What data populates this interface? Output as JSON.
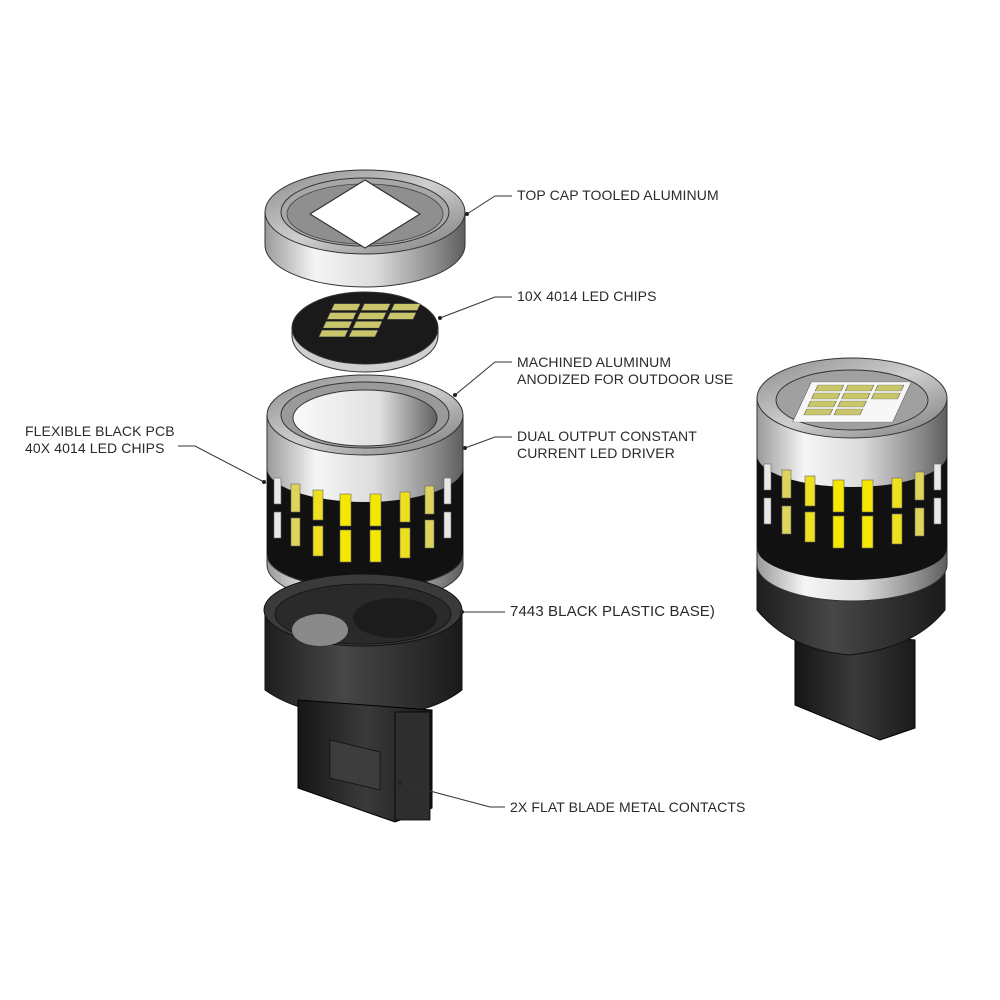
{
  "diagram": {
    "title": "7443 LED bulb exploded view",
    "colors": {
      "aluminum_light": "#f2f2f2",
      "aluminum_mid": "#b8b8b8",
      "aluminum_dark": "#6a6a6a",
      "pcb_black": "#1a1a1a",
      "led_yellow": "#f2e600",
      "led_yellow_dim": "#b5b03c",
      "plastic_black": "#2b2b2b",
      "leader_line": "#333333",
      "text": "#2a2a2a"
    },
    "callouts": [
      {
        "id": "top-cap",
        "line1": "TOP CAP TOOLED ALUMINUM",
        "line2": ""
      },
      {
        "id": "top-leds",
        "line1": "10X 4014 LED CHIPS",
        "line2": ""
      },
      {
        "id": "housing",
        "line1": "MACHINED ALUMINUM",
        "line2": "ANODIZED FOR OUTDOOR USE"
      },
      {
        "id": "driver",
        "line1": "DUAL OUTPUT CONSTANT",
        "line2": "CURRENT LED DRIVER"
      },
      {
        "id": "pcb",
        "line1": "FLEXIBLE BLACK PCB",
        "line2": "40X 4014 LED CHIPS"
      },
      {
        "id": "base",
        "line1": "7443 BLACK PLASTIC BASE)",
        "line2": ""
      },
      {
        "id": "contacts",
        "line1": "2X FLAT BLADE METAL CONTACTS",
        "line2": ""
      }
    ],
    "components": [
      "top-cap",
      "top-led-disc",
      "aluminum-housing",
      "led-driver",
      "flexible-pcb",
      "plastic-base",
      "blade-contacts"
    ],
    "assembled_view": "assembled-bulb"
  }
}
